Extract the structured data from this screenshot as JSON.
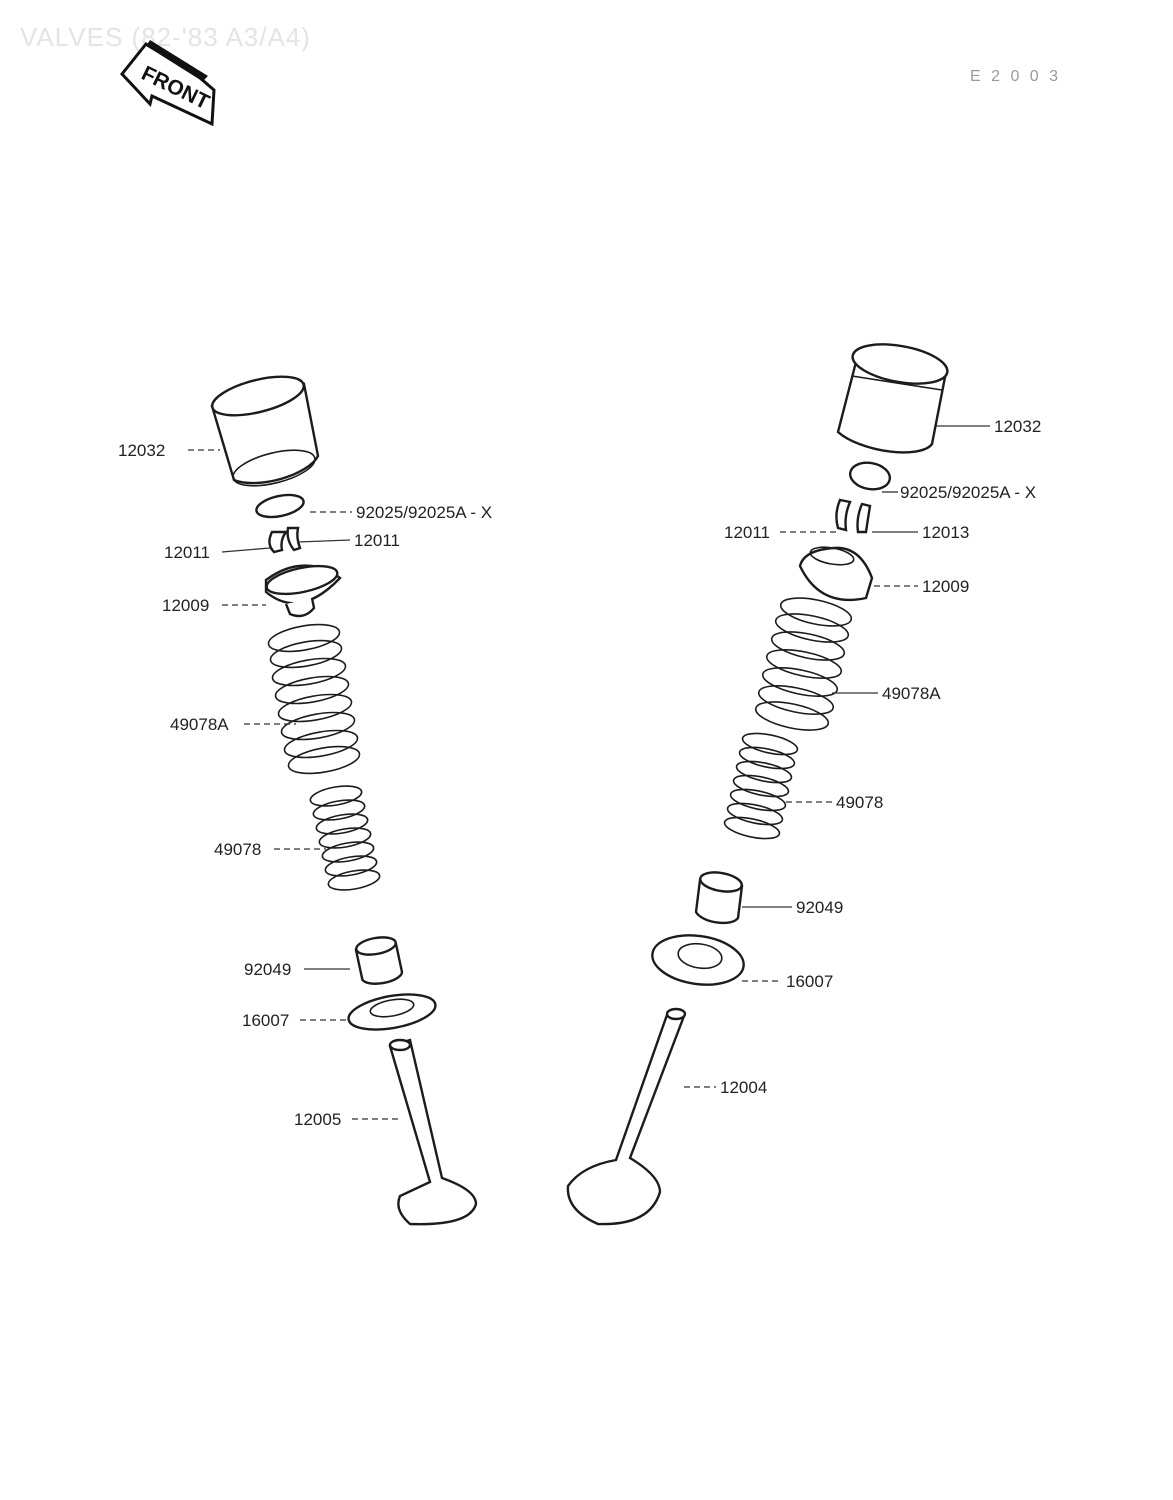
{
  "header": {
    "title": "VALVES (82-'83 A3/A4)",
    "ref_code": "E 2 0 0 3"
  },
  "badge": {
    "front_label": "FRONT",
    "icon": "front-arrow-icon"
  },
  "intake_column": {
    "labels": {
      "tappet": "12032",
      "shim": "92025/92025A - X",
      "cotter_left": "12011",
      "cotter_right": "12011",
      "retainer": "12009",
      "outer_spring": "49078A",
      "inner_spring": "49078",
      "seal": "92049",
      "spring_seat": "16007",
      "valve": "12005"
    }
  },
  "exhaust_column": {
    "labels": {
      "tappet": "12032",
      "shim": "92025/92025A - X",
      "cotter_left": "12011",
      "cotter_right": "12013",
      "retainer": "12009",
      "outer_spring": "49078A",
      "inner_spring": "49078",
      "seal": "92049",
      "spring_seat": "16007",
      "valve": "12004"
    }
  }
}
